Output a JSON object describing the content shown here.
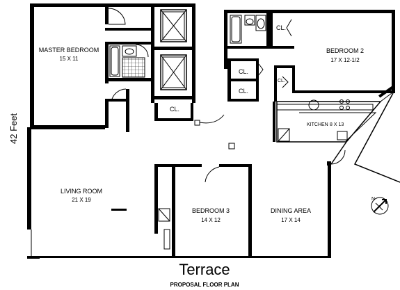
{
  "rooms": {
    "master_bedroom": {
      "name": "MASTER BEDROOM",
      "size": "15 X 11"
    },
    "bedroom_2": {
      "name": "BEDROOM 2",
      "size": "17 X 12-1/2"
    },
    "living_room": {
      "name": "LIVING ROOM",
      "size": "21 X 19"
    },
    "bedroom_3": {
      "name": "BEDROOM 3",
      "size": "14 X 12"
    },
    "dining_area": {
      "name": "DINING AREA",
      "size": "17 X 14"
    },
    "kitchen": {
      "name": "KITCHEN",
      "size": "8 X 13"
    }
  },
  "closet_label": "CL.",
  "dimension_label": "42 Feet",
  "terrace_label": "Terrace",
  "caption": "PROPOSAL FLOOR PLAN",
  "north_label": "N",
  "colors": {
    "ink": "#000000",
    "paper": "#ffffff"
  }
}
